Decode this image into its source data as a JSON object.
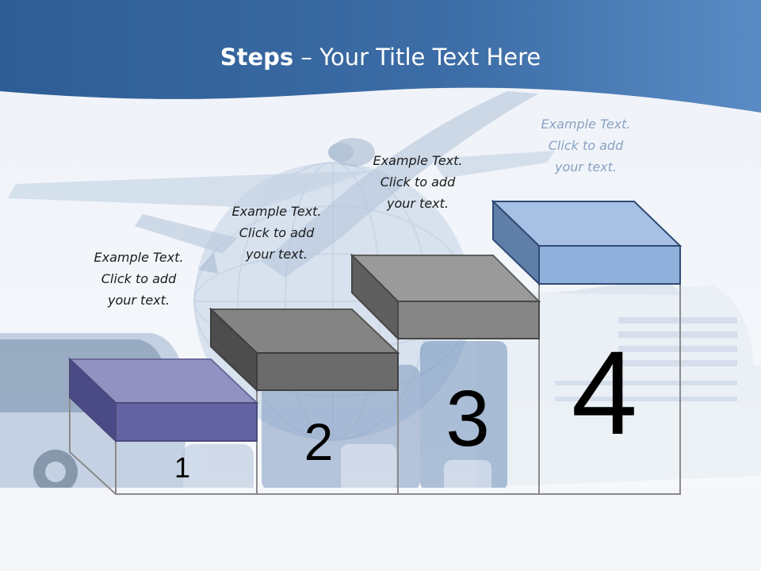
{
  "title": {
    "bold": "Steps",
    "rest": " – Your Title Text Here"
  },
  "steps": [
    {
      "number": "1",
      "caption": "Example Text.\nClick  to add\nyour text."
    },
    {
      "number": "2",
      "caption": "Example Text.\nClick  to add\nyour text."
    },
    {
      "number": "3",
      "caption": "Example Text.\nClick  to add\nyour text."
    },
    {
      "number": "4",
      "caption": "Example Text.\nClick  to add\nyour text."
    }
  ],
  "colors": {
    "header_blue": "#3e6ea8",
    "step1_block": "#6a6aa6",
    "step2_block": "#6b6b6b",
    "step3_block": "#858585",
    "step4_block": "#8aacd8"
  },
  "images": [
    "airplane",
    "globe",
    "bus",
    "luggage",
    "cruise-ship"
  ]
}
